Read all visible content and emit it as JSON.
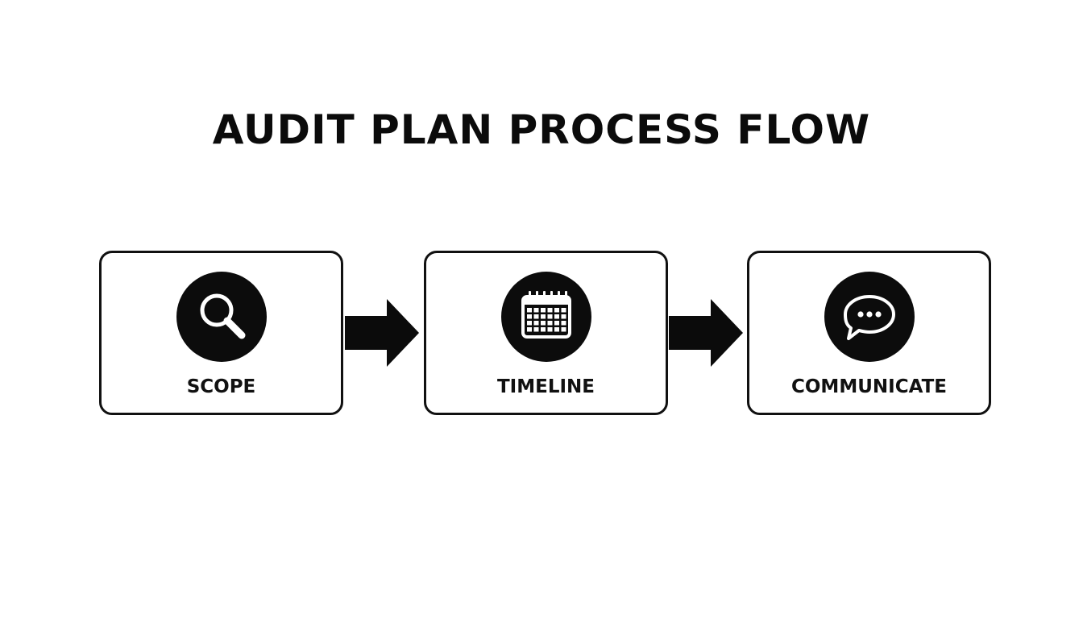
{
  "title": "AUDIT PLAN PROCESS FLOW",
  "steps": [
    {
      "label": "SCOPE",
      "icon": "magnifying-glass-icon"
    },
    {
      "label": "TIMELINE",
      "icon": "calendar-icon"
    },
    {
      "label": "COMMUNICATE",
      "icon": "speech-bubble-icon"
    }
  ],
  "connectors": [
    "arrow-right",
    "arrow-right"
  ],
  "colors": {
    "background": "#ffffff",
    "ink": "#0b0b0b"
  }
}
